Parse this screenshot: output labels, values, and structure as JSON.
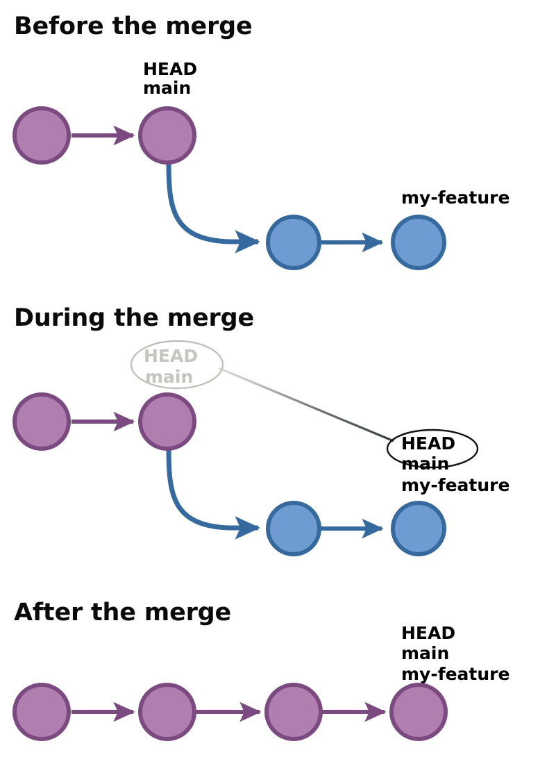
{
  "figure": {
    "title_1": "Before the merge",
    "title_2": "During the merge",
    "title_3": "After the merge"
  },
  "colors": {
    "commit_main_fill": "#b07fb0",
    "commit_main_stroke": "#7b4a80",
    "commit_feature_fill": "#6e9bd1",
    "commit_feature_stroke": "#36699e",
    "ghost_text": "#c2c6be",
    "ghost_outline": "#b9beb4",
    "label_text": "#000000",
    "connector_dark": "#3b4248",
    "connector_light": "#d6d9d3",
    "background": "#ffffff"
  },
  "before": {
    "main_label_head": "HEAD",
    "main_label_branch": "main",
    "feature_label": "my-feature",
    "main_commits": 2,
    "feature_commits": 2
  },
  "during": {
    "ghost_label_head": "HEAD",
    "ghost_label_branch": "main",
    "target_label_head": "HEAD",
    "target_label_branch": "main",
    "target_label_feature": "my-feature",
    "main_commits": 2,
    "feature_commits": 2
  },
  "after": {
    "label_head": "HEAD",
    "label_branch": "main",
    "label_feature": "my-feature",
    "commits": 4
  }
}
